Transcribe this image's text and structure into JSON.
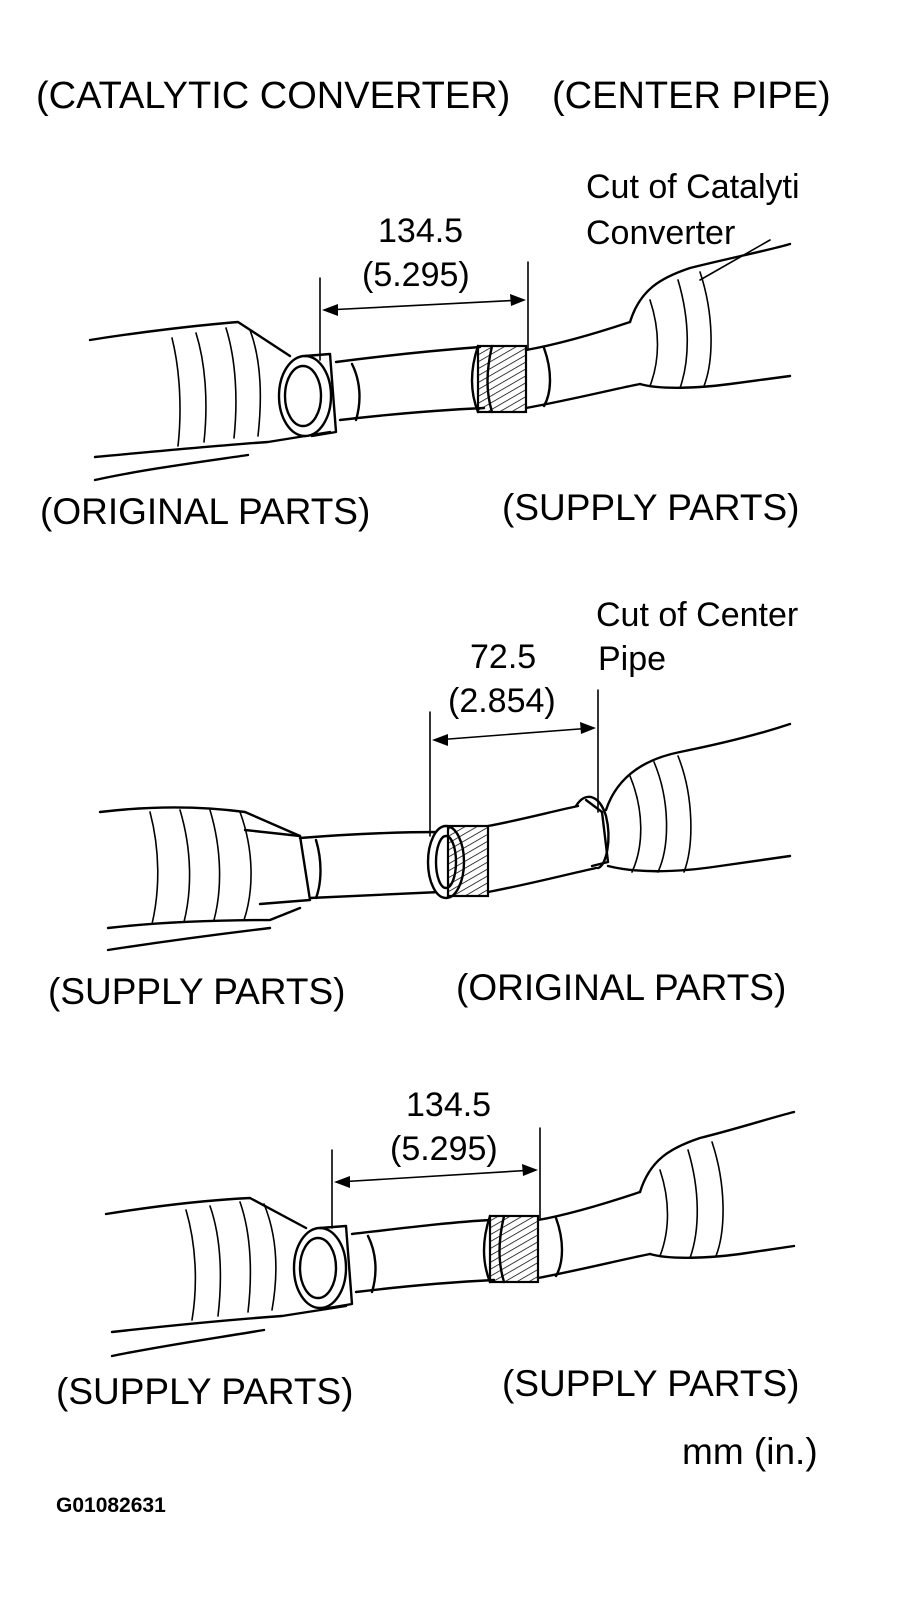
{
  "header": {
    "left": "(CATALYTIC CONVERTER)",
    "right": "(CENTER PIPE)"
  },
  "panel1": {
    "note_line1": "Cut of Catalyti",
    "note_line2": "Converter",
    "dim_mm": "134.5",
    "dim_in": "(5.295)",
    "left_label": "(ORIGINAL PARTS)",
    "right_label": "(SUPPLY PARTS)"
  },
  "panel2": {
    "note_line1": "Cut of Center",
    "note_line2": "Pipe",
    "dim_mm": "72.5",
    "dim_in": "(2.854)",
    "left_label": "(SUPPLY PARTS)",
    "right_label": "(ORIGINAL PARTS)"
  },
  "panel3": {
    "dim_mm": "134.5",
    "dim_in": "(5.295)",
    "left_label": "(SUPPLY PARTS)",
    "right_label": "(SUPPLY PARTS)"
  },
  "units": "mm (in.)",
  "figure_code": "G01082631"
}
